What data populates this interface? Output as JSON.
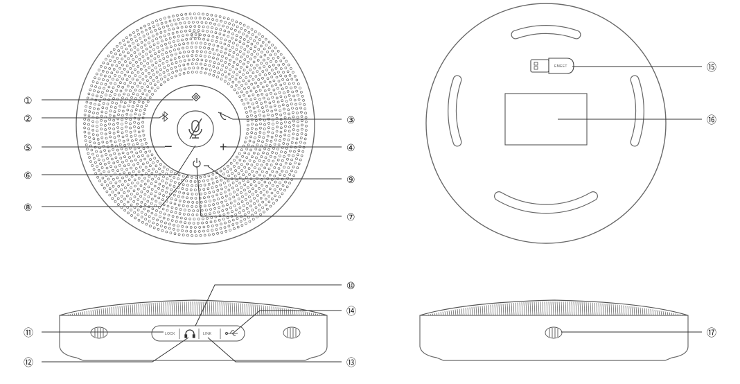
{
  "callouts": [
    {
      "id": 1,
      "label": "①"
    },
    {
      "id": 2,
      "label": "②"
    },
    {
      "id": 3,
      "label": "③"
    },
    {
      "id": 4,
      "label": "④"
    },
    {
      "id": 5,
      "label": "⑤"
    },
    {
      "id": 6,
      "label": "⑥"
    },
    {
      "id": 7,
      "label": "⑦"
    },
    {
      "id": 8,
      "label": "⑧"
    },
    {
      "id": 9,
      "label": "⑨"
    },
    {
      "id": 10,
      "label": "⑩"
    },
    {
      "id": 11,
      "label": "⑪"
    },
    {
      "id": 12,
      "label": "⑫"
    },
    {
      "id": 13,
      "label": "⑬"
    },
    {
      "id": 14,
      "label": "⑭"
    },
    {
      "id": 15,
      "label": "⑮"
    },
    {
      "id": 16,
      "label": "⑯"
    },
    {
      "id": 17,
      "label": "⑰"
    }
  ],
  "top_view": {
    "buttons": {
      "minus": "−",
      "plus": "+"
    }
  },
  "side_panel": {
    "lock_label": "LOCK",
    "link_label": "LINK"
  },
  "dongle_label": "EMEET",
  "colors": {
    "line": "#333333",
    "dot": "#555555",
    "body": "#ffffff",
    "outline": "#6a6a6a"
  }
}
